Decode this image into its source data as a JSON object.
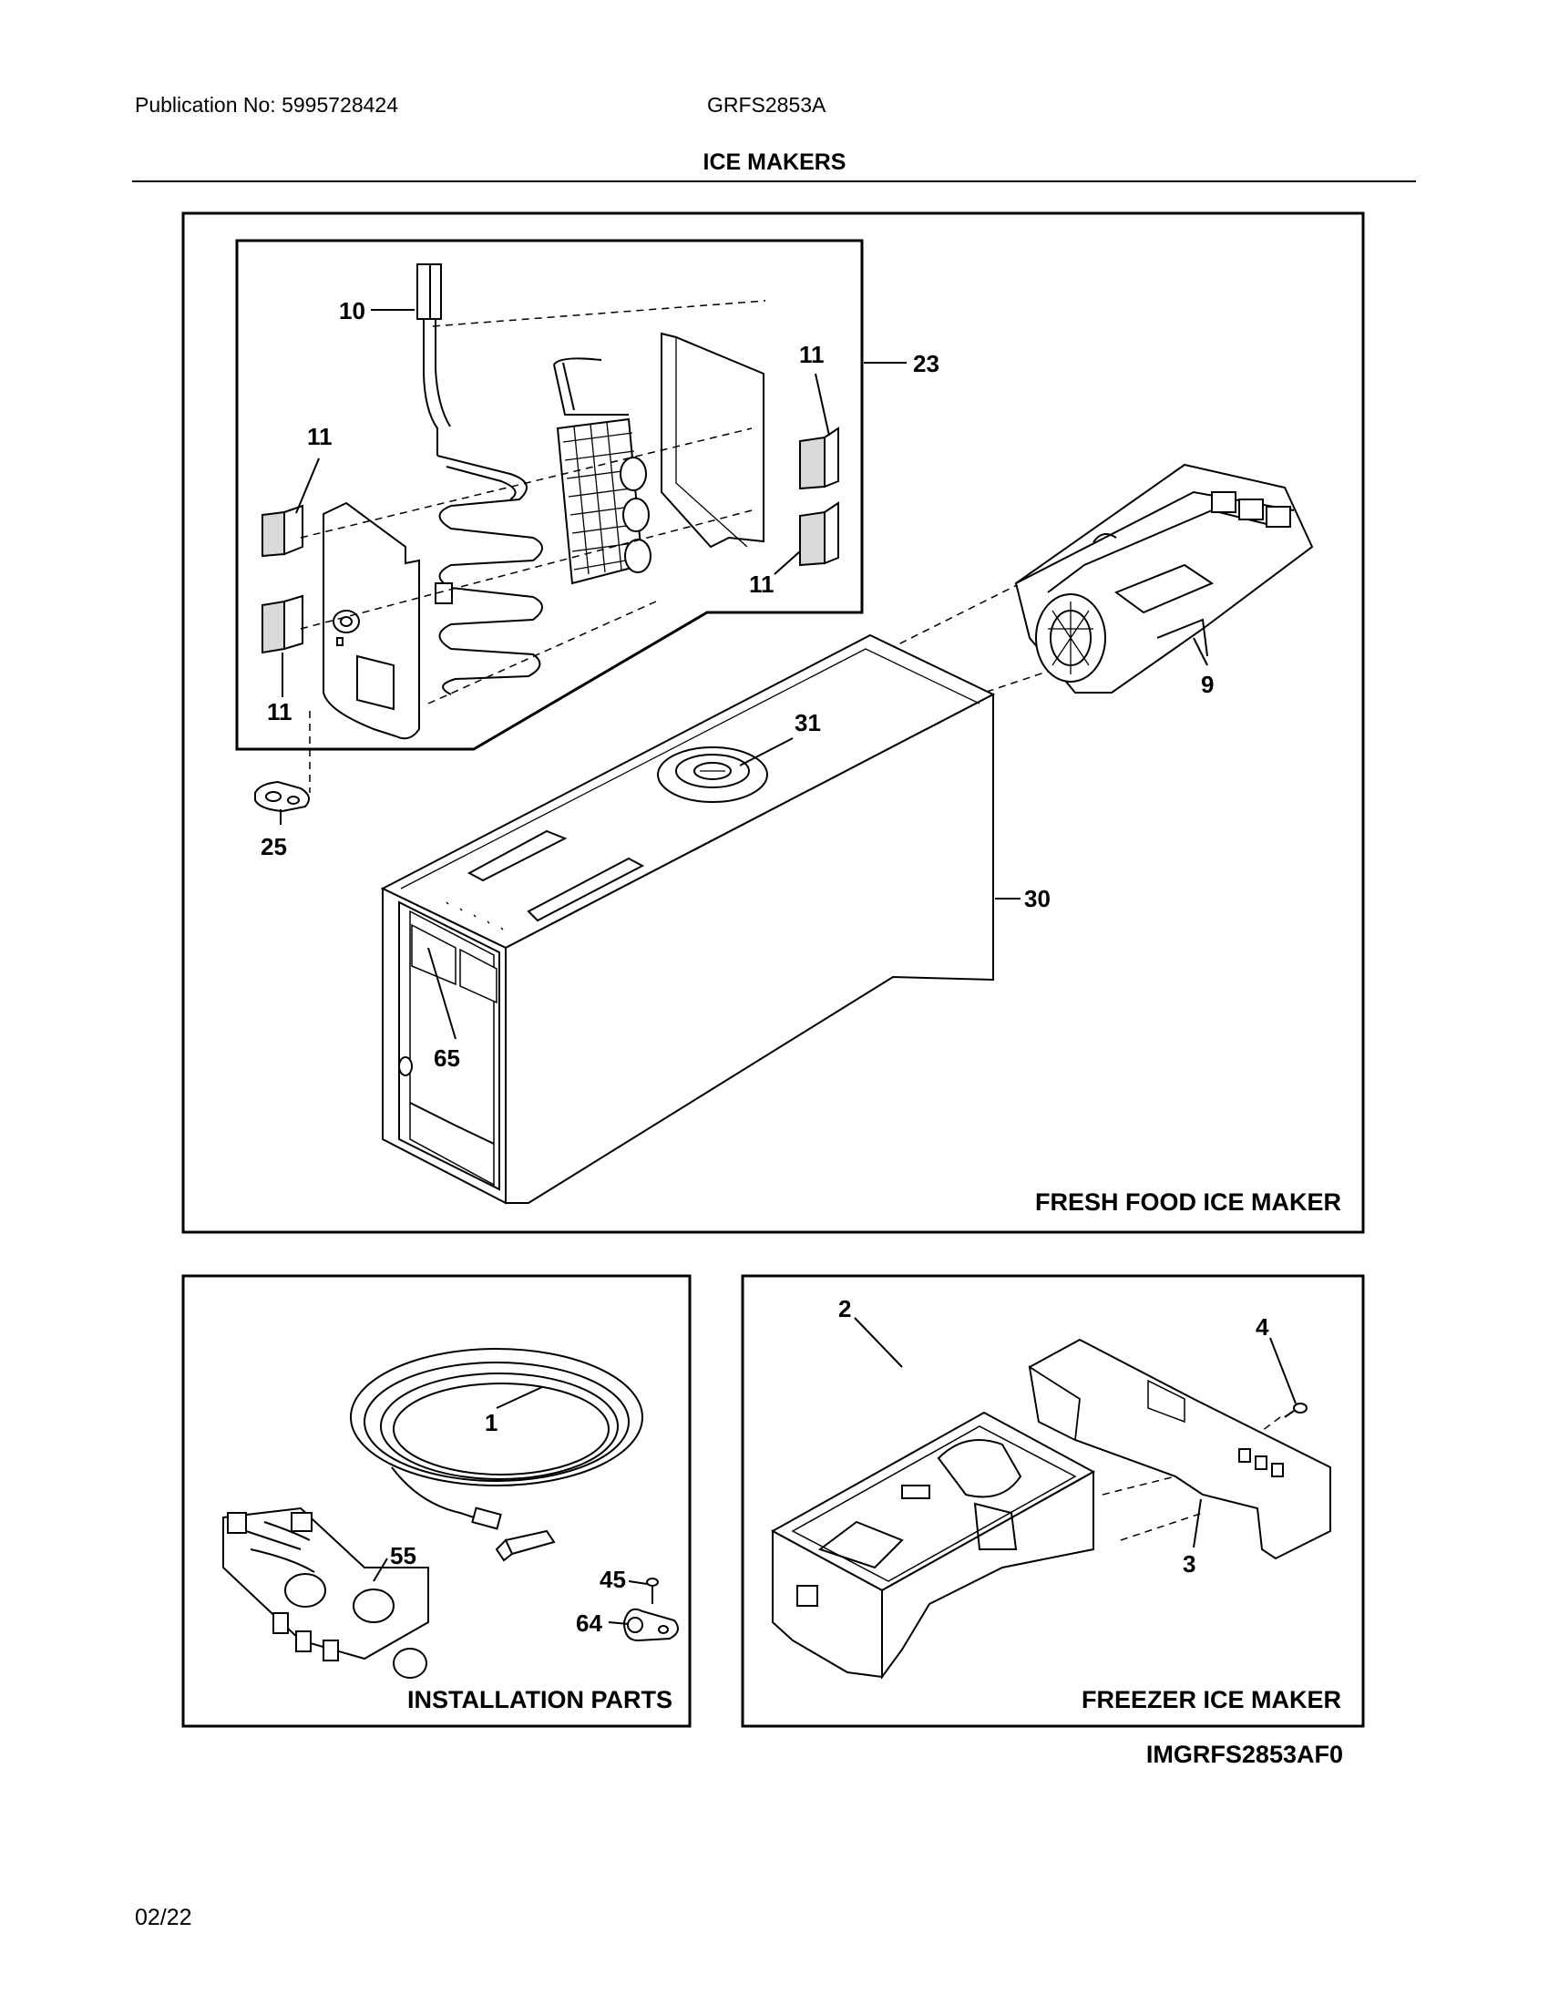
{
  "header": {
    "publication": "Publication No: 5995728424",
    "model": "GRFS2853A",
    "title": "ICE MAKERS"
  },
  "panels": {
    "fresh_food": "FRESH FOOD ICE MAKER",
    "installation": "INSTALLATION PARTS",
    "freezer": "FREEZER ICE MAKER"
  },
  "callouts": {
    "p10": "10",
    "p11a": "11",
    "p11b": "11",
    "p11c": "11",
    "p11d": "11",
    "p23": "23",
    "p9": "9",
    "p31": "31",
    "p25": "25",
    "p30": "30",
    "p65": "65",
    "p1": "1",
    "p55": "55",
    "p45": "45",
    "p64": "64",
    "p2": "2",
    "p4": "4",
    "p3": "3"
  },
  "footer": {
    "image_code": "IMGRFS2853AF0",
    "page": "02/22"
  }
}
